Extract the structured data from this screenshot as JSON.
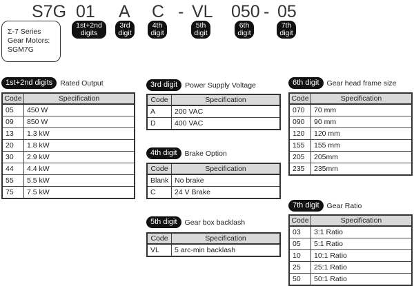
{
  "model": {
    "segments": [
      "S7G",
      "01",
      "A",
      "C",
      "-",
      "VL",
      "050",
      "-",
      "05"
    ],
    "pills": [
      "1st+2nd\ndigits",
      "3rd\ndigit",
      "4th\ndigit",
      "5th\ndigit",
      "6th\ndigit",
      "7th\ndigit"
    ]
  },
  "series": {
    "line1": "Σ-7 Series",
    "line2": "Gear Motors:",
    "line3": "SGM7G"
  },
  "header_code": "Code",
  "header_spec": "Specification",
  "sections": {
    "rated_output": {
      "pill": "1st+2nd digits",
      "title": "Rated Output",
      "rows": [
        [
          "05",
          "450 W"
        ],
        [
          "09",
          "850 W"
        ],
        [
          "13",
          "1.3 kW"
        ],
        [
          "20",
          "1.8 kW"
        ],
        [
          "30",
          "2.9 kW"
        ],
        [
          "44",
          "4.4 kW"
        ],
        [
          "55",
          "5.5 kW"
        ],
        [
          "75",
          "7.5 kW"
        ]
      ]
    },
    "power_supply": {
      "pill": "3rd digit",
      "title": "Power Supply Voltage",
      "rows": [
        [
          "A",
          "200 VAC"
        ],
        [
          "D",
          "400 VAC"
        ]
      ]
    },
    "brake": {
      "pill": "4th digit",
      "title": "Brake Option",
      "rows": [
        [
          "Blank",
          "No brake"
        ],
        [
          "C",
          "24 V Brake"
        ]
      ]
    },
    "backlash": {
      "pill": "5th digit",
      "title": "Gear box backlash",
      "rows": [
        [
          "VL",
          "5 arc-min backlash"
        ]
      ]
    },
    "frame_size": {
      "pill": "6th digit",
      "title": "Gear head frame size",
      "rows": [
        [
          "070",
          "70 mm"
        ],
        [
          "090",
          "90 mm"
        ],
        [
          "120",
          "120 mm"
        ],
        [
          "155",
          "155 mm"
        ],
        [
          "205",
          "205mm"
        ],
        [
          "235",
          "235mm"
        ]
      ]
    },
    "gear_ratio": {
      "pill": "7th digit",
      "title": "Gear Ratio",
      "rows": [
        [
          "03",
          "3:1 Ratio"
        ],
        [
          "05",
          "5:1 Ratio"
        ],
        [
          "10",
          "10:1 Ratio"
        ],
        [
          "25",
          "25:1 Ratio"
        ],
        [
          "50",
          "50:1 Ratio"
        ]
      ]
    }
  }
}
